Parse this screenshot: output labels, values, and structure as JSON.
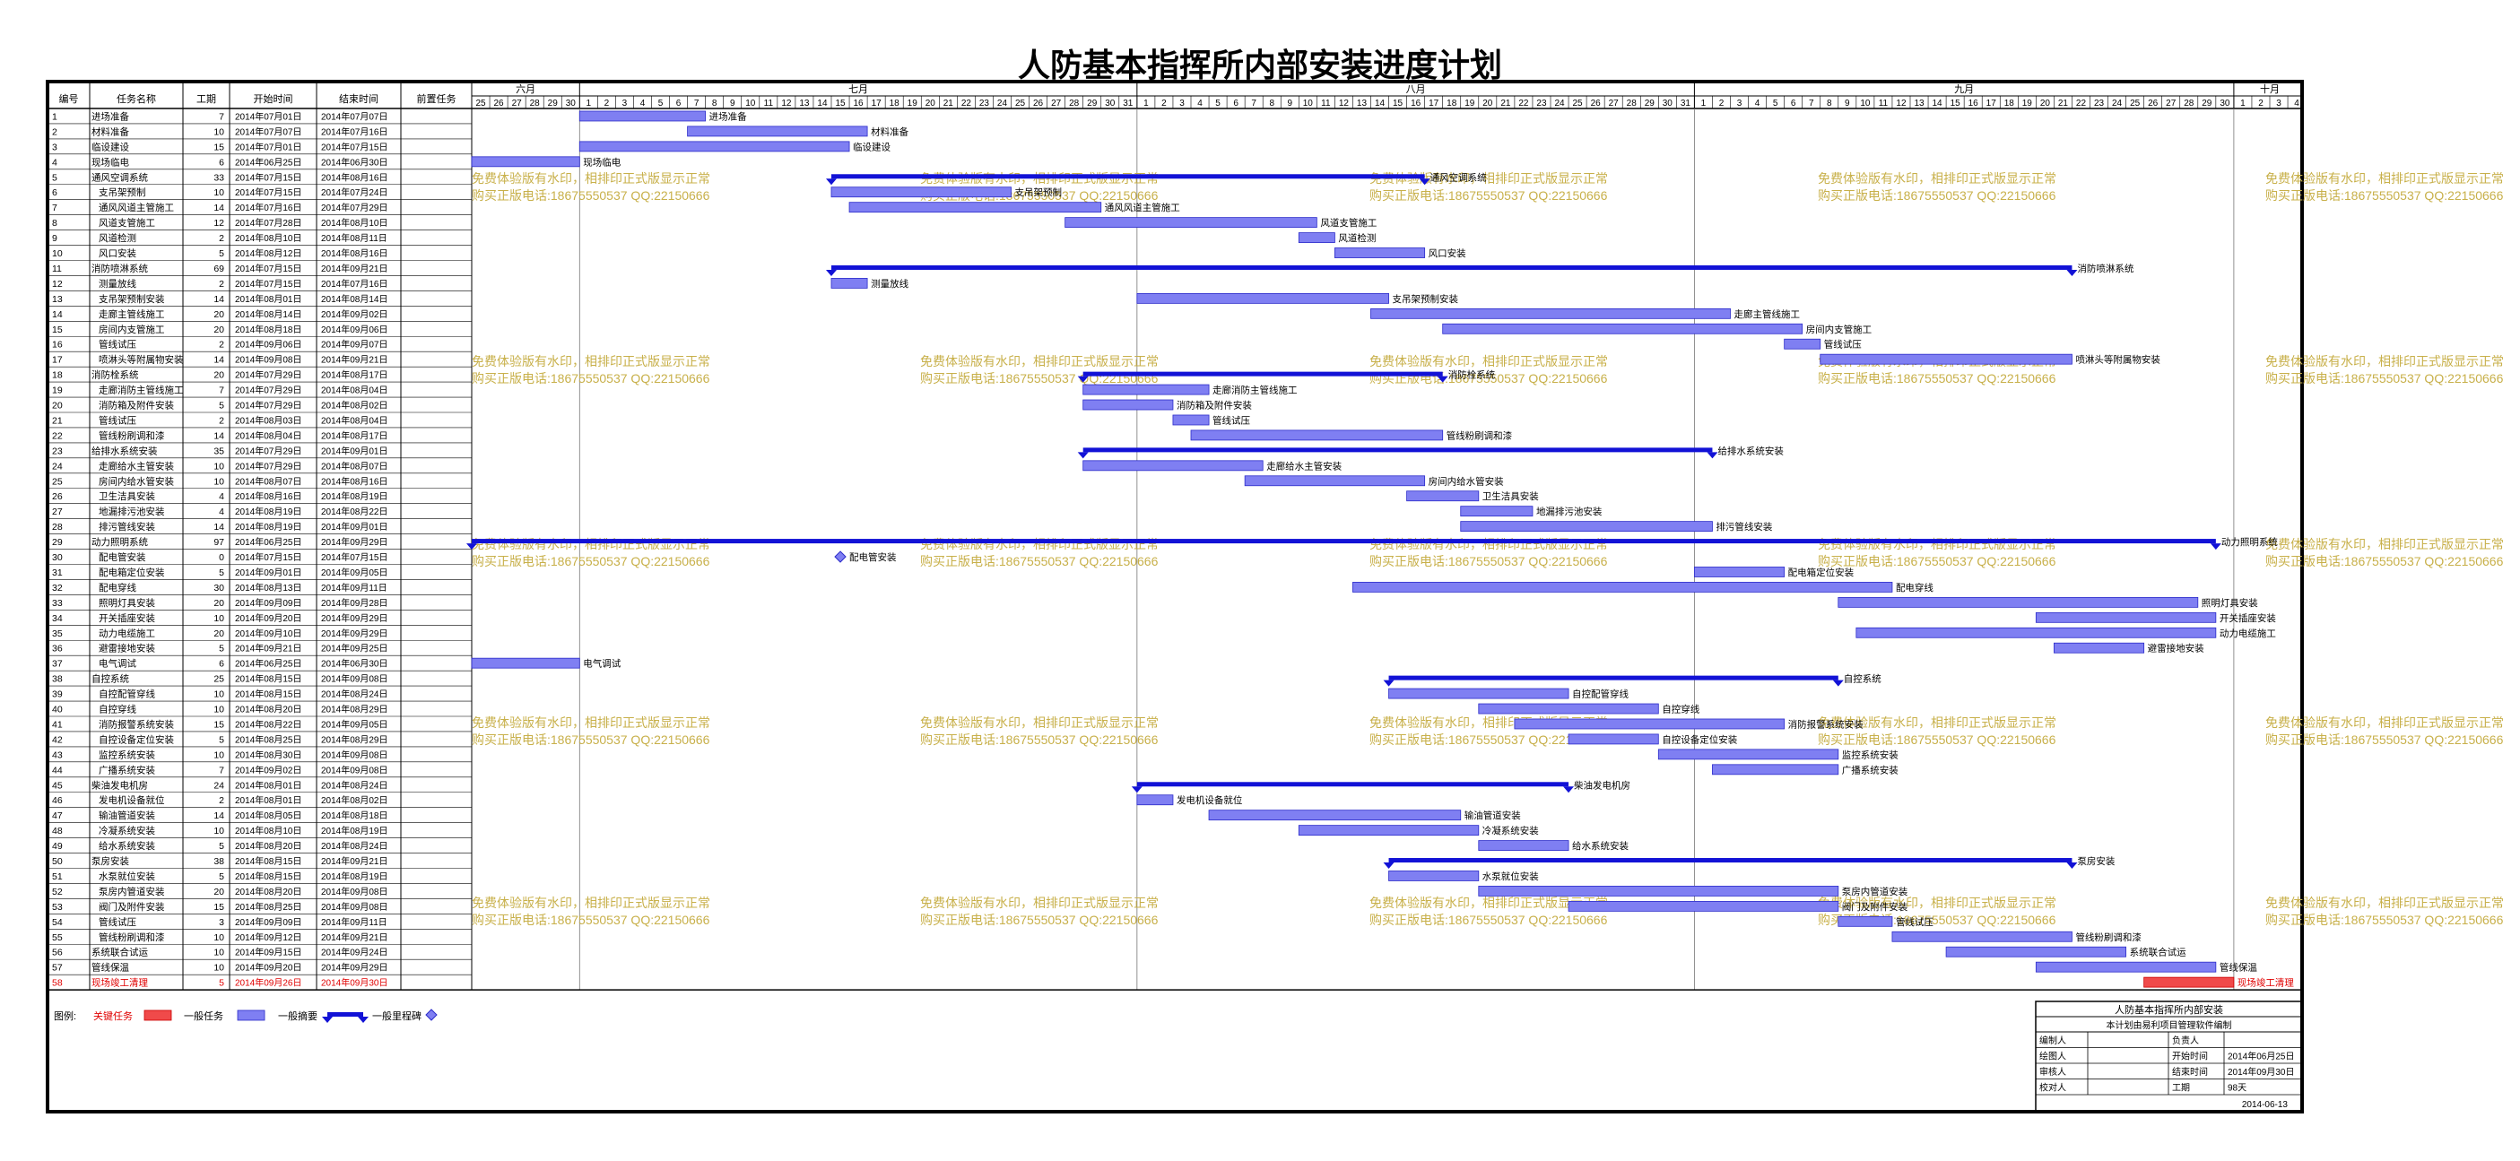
{
  "title": "人防基本指挥所内部安装进度计划",
  "colors": {
    "task_bar": "#7f7ff2",
    "task_border": "#2b2bc9",
    "summary": "#1212d6",
    "critical": "#f04a4a",
    "watermark": "#c8b04a",
    "text": "#000000",
    "critical_text": "#e00000"
  },
  "headers": {
    "no": "编号",
    "name": "任务名称",
    "dur": "工期",
    "start": "开始时间",
    "end": "结束时间",
    "pred": "前置任务"
  },
  "months": [
    "六月",
    "七月",
    "八月",
    "九月",
    "十月"
  ],
  "watermark": {
    "line1": "免费体验版有水印，相排印正式版显示正常",
    "line2": "购买正版电话:18675550537 QQ:22150666"
  },
  "legend": {
    "label": "图例:",
    "critical": "关键任务",
    "normal": "一般任务",
    "summary": "一般摘要",
    "milestone": "一般里程碑"
  },
  "signoff": {
    "title": "人防基本指挥所内部安装",
    "subtitle": "本计划由易利项目管理软件编制",
    "r1": [
      "编制人",
      "",
      "负责人",
      ""
    ],
    "r2": [
      "绘图人",
      "",
      "开始时间",
      "2014年06月25日"
    ],
    "r3": [
      "审核人",
      "",
      "结束时间",
      "2014年09月30日"
    ],
    "r4": [
      "校对人",
      "",
      "工期",
      "98天"
    ],
    "date": "2014-06-13"
  },
  "chart_data": {
    "type": "gantt",
    "title": "人防基本指挥所内部安装进度计划",
    "x_range": [
      "2014-06-25",
      "2014-10-04"
    ],
    "tasks": [
      {
        "id": 1,
        "name": "进场准备",
        "dur": 7,
        "start": "2014年07月01日",
        "end": "2014年07月07日",
        "kind": "task",
        "lvl": 0
      },
      {
        "id": 2,
        "name": "材料准备",
        "dur": 10,
        "start": "2014年07月07日",
        "end": "2014年07月16日",
        "kind": "task",
        "lvl": 0
      },
      {
        "id": 3,
        "name": "临设建设",
        "dur": 15,
        "start": "2014年07月01日",
        "end": "2014年07月15日",
        "kind": "task",
        "lvl": 0
      },
      {
        "id": 4,
        "name": "现场临电",
        "dur": 6,
        "start": "2014年06月25日",
        "end": "2014年06月30日",
        "kind": "task",
        "lvl": 0
      },
      {
        "id": 5,
        "name": "通风空调系统",
        "dur": 33,
        "start": "2014年07月15日",
        "end": "2014年08月16日",
        "kind": "summary",
        "lvl": 0
      },
      {
        "id": 6,
        "name": "支吊架预制",
        "dur": 10,
        "start": "2014年07月15日",
        "end": "2014年07月24日",
        "kind": "task",
        "lvl": 1
      },
      {
        "id": 7,
        "name": "通风风道主管施工",
        "dur": 14,
        "start": "2014年07月16日",
        "end": "2014年07月29日",
        "kind": "task",
        "lvl": 1
      },
      {
        "id": 8,
        "name": "风道支管施工",
        "dur": 12,
        "start": "2014年07月28日",
        "end": "2014年08月10日",
        "kind": "task",
        "lvl": 1
      },
      {
        "id": 9,
        "name": "风道检测",
        "dur": 2,
        "start": "2014年08月10日",
        "end": "2014年08月11日",
        "kind": "task",
        "lvl": 1
      },
      {
        "id": 10,
        "name": "风口安装",
        "dur": 5,
        "start": "2014年08月12日",
        "end": "2014年08月16日",
        "kind": "task",
        "lvl": 1
      },
      {
        "id": 11,
        "name": "消防喷淋系统",
        "dur": 69,
        "start": "2014年07月15日",
        "end": "2014年09月21日",
        "kind": "summary",
        "lvl": 0
      },
      {
        "id": 12,
        "name": "测量放线",
        "dur": 2,
        "start": "2014年07月15日",
        "end": "2014年07月16日",
        "kind": "task",
        "lvl": 1
      },
      {
        "id": 13,
        "name": "支吊架预制安装",
        "dur": 14,
        "start": "2014年08月01日",
        "end": "2014年08月14日",
        "kind": "task",
        "lvl": 1
      },
      {
        "id": 14,
        "name": "走廊主管线施工",
        "dur": 20,
        "start": "2014年08月14日",
        "end": "2014年09月02日",
        "kind": "task",
        "lvl": 1
      },
      {
        "id": 15,
        "name": "房间内支管施工",
        "dur": 20,
        "start": "2014年08月18日",
        "end": "2014年09月06日",
        "kind": "task",
        "lvl": 1
      },
      {
        "id": 16,
        "name": "管线试压",
        "dur": 2,
        "start": "2014年09月06日",
        "end": "2014年09月07日",
        "kind": "task",
        "lvl": 1
      },
      {
        "id": 17,
        "name": "喷淋头等附属物安装",
        "dur": 14,
        "start": "2014年09月08日",
        "end": "2014年09月21日",
        "kind": "task",
        "lvl": 1
      },
      {
        "id": 18,
        "name": "消防栓系统",
        "dur": 20,
        "start": "2014年07月29日",
        "end": "2014年08月17日",
        "kind": "summary",
        "lvl": 0
      },
      {
        "id": 19,
        "name": "走廊消防主管线施工",
        "dur": 7,
        "start": "2014年07月29日",
        "end": "2014年08月04日",
        "kind": "task",
        "lvl": 1
      },
      {
        "id": 20,
        "name": "消防箱及附件安装",
        "dur": 5,
        "start": "2014年07月29日",
        "end": "2014年08月02日",
        "kind": "task",
        "lvl": 1
      },
      {
        "id": 21,
        "name": "管线试压",
        "dur": 2,
        "start": "2014年08月03日",
        "end": "2014年08月04日",
        "kind": "task",
        "lvl": 1
      },
      {
        "id": 22,
        "name": "管线粉刷调和漆",
        "dur": 14,
        "start": "2014年08月04日",
        "end": "2014年08月17日",
        "kind": "task",
        "lvl": 1
      },
      {
        "id": 23,
        "name": "给排水系统安装",
        "dur": 35,
        "start": "2014年07月29日",
        "end": "2014年09月01日",
        "kind": "summary",
        "lvl": 0
      },
      {
        "id": 24,
        "name": "走廊给水主管安装",
        "dur": 10,
        "start": "2014年07月29日",
        "end": "2014年08月07日",
        "kind": "task",
        "lvl": 1
      },
      {
        "id": 25,
        "name": "房间内给水管安装",
        "dur": 10,
        "start": "2014年08月07日",
        "end": "2014年08月16日",
        "kind": "task",
        "lvl": 1
      },
      {
        "id": 26,
        "name": "卫生洁具安装",
        "dur": 4,
        "start": "2014年08月16日",
        "end": "2014年08月19日",
        "kind": "task",
        "lvl": 1
      },
      {
        "id": 27,
        "name": "地漏排污池安装",
        "dur": 4,
        "start": "2014年08月19日",
        "end": "2014年08月22日",
        "kind": "task",
        "lvl": 1
      },
      {
        "id": 28,
        "name": "排污管线安装",
        "dur": 14,
        "start": "2014年08月19日",
        "end": "2014年09月01日",
        "kind": "task",
        "lvl": 1
      },
      {
        "id": 29,
        "name": "动力照明系统",
        "dur": 97,
        "start": "2014年06月25日",
        "end": "2014年09月29日",
        "kind": "summary",
        "lvl": 0
      },
      {
        "id": 30,
        "name": "配电管安装",
        "dur": 0,
        "start": "2014年07月15日",
        "end": "2014年07月15日",
        "kind": "milestone",
        "lvl": 1
      },
      {
        "id": 31,
        "name": "配电箱定位安装",
        "dur": 5,
        "start": "2014年09月01日",
        "end": "2014年09月05日",
        "kind": "task",
        "lvl": 1
      },
      {
        "id": 32,
        "name": "配电穿线",
        "dur": 30,
        "start": "2014年08月13日",
        "end": "2014年09月11日",
        "kind": "task",
        "lvl": 1
      },
      {
        "id": 33,
        "name": "照明灯具安装",
        "dur": 20,
        "start": "2014年09月09日",
        "end": "2014年09月28日",
        "kind": "task",
        "lvl": 1
      },
      {
        "id": 34,
        "name": "开关插座安装",
        "dur": 10,
        "start": "2014年09月20日",
        "end": "2014年09月29日",
        "kind": "task",
        "lvl": 1
      },
      {
        "id": 35,
        "name": "动力电缆施工",
        "dur": 20,
        "start": "2014年09月10日",
        "end": "2014年09月29日",
        "kind": "task",
        "lvl": 1
      },
      {
        "id": 36,
        "name": "避雷接地安装",
        "dur": 5,
        "start": "2014年09月21日",
        "end": "2014年09月25日",
        "kind": "task",
        "lvl": 1
      },
      {
        "id": 37,
        "name": "电气调试",
        "dur": 6,
        "start": "2014年06月25日",
        "end": "2014年06月30日",
        "kind": "task",
        "lvl": 1
      },
      {
        "id": 38,
        "name": "自控系统",
        "dur": 25,
        "start": "2014年08月15日",
        "end": "2014年09月08日",
        "kind": "summary",
        "lvl": 0
      },
      {
        "id": 39,
        "name": "自控配管穿线",
        "dur": 10,
        "start": "2014年08月15日",
        "end": "2014年08月24日",
        "kind": "task",
        "lvl": 1
      },
      {
        "id": 40,
        "name": "自控穿线",
        "dur": 10,
        "start": "2014年08月20日",
        "end": "2014年08月29日",
        "kind": "task",
        "lvl": 1
      },
      {
        "id": 41,
        "name": "消防报警系统安装",
        "dur": 15,
        "start": "2014年08月22日",
        "end": "2014年09月05日",
        "kind": "task",
        "lvl": 1
      },
      {
        "id": 42,
        "name": "自控设备定位安装",
        "dur": 5,
        "start": "2014年08月25日",
        "end": "2014年08月29日",
        "kind": "task",
        "lvl": 1
      },
      {
        "id": 43,
        "name": "监控系统安装",
        "dur": 10,
        "start": "2014年08月30日",
        "end": "2014年09月08日",
        "kind": "task",
        "lvl": 1
      },
      {
        "id": 44,
        "name": "广播系统安装",
        "dur": 7,
        "start": "2014年09月02日",
        "end": "2014年09月08日",
        "kind": "task",
        "lvl": 1
      },
      {
        "id": 45,
        "name": "柴油发电机房",
        "dur": 24,
        "start": "2014年08月01日",
        "end": "2014年08月24日",
        "kind": "summary",
        "lvl": 0
      },
      {
        "id": 46,
        "name": "发电机设备就位",
        "dur": 2,
        "start": "2014年08月01日",
        "end": "2014年08月02日",
        "kind": "task",
        "lvl": 1
      },
      {
        "id": 47,
        "name": "输油管道安装",
        "dur": 14,
        "start": "2014年08月05日",
        "end": "2014年08月18日",
        "kind": "task",
        "lvl": 1
      },
      {
        "id": 48,
        "name": "冷凝系统安装",
        "dur": 10,
        "start": "2014年08月10日",
        "end": "2014年08月19日",
        "kind": "task",
        "lvl": 1
      },
      {
        "id": 49,
        "name": "给水系统安装",
        "dur": 5,
        "start": "2014年08月20日",
        "end": "2014年08月24日",
        "kind": "task",
        "lvl": 1
      },
      {
        "id": 50,
        "name": "泵房安装",
        "dur": 38,
        "start": "2014年08月15日",
        "end": "2014年09月21日",
        "kind": "summary",
        "lvl": 0
      },
      {
        "id": 51,
        "name": "水泵就位安装",
        "dur": 5,
        "start": "2014年08月15日",
        "end": "2014年08月19日",
        "kind": "task",
        "lvl": 1
      },
      {
        "id": 52,
        "name": "泵房内管道安装",
        "dur": 20,
        "start": "2014年08月20日",
        "end": "2014年09月08日",
        "kind": "task",
        "lvl": 1
      },
      {
        "id": 53,
        "name": "阀门及附件安装",
        "dur": 15,
        "start": "2014年08月25日",
        "end": "2014年09月08日",
        "kind": "task",
        "lvl": 1
      },
      {
        "id": 54,
        "name": "管线试压",
        "dur": 3,
        "start": "2014年09月09日",
        "end": "2014年09月11日",
        "kind": "task",
        "lvl": 1
      },
      {
        "id": 55,
        "name": "管线粉刷调和漆",
        "dur": 10,
        "start": "2014年09月12日",
        "end": "2014年09月21日",
        "kind": "task",
        "lvl": 1
      },
      {
        "id": 56,
        "name": "系统联合试运",
        "dur": 10,
        "start": "2014年09月15日",
        "end": "2014年09月24日",
        "kind": "task",
        "lvl": 0
      },
      {
        "id": 57,
        "name": "管线保温",
        "dur": 10,
        "start": "2014年09月20日",
        "end": "2014年09月29日",
        "kind": "task",
        "lvl": 0
      },
      {
        "id": 58,
        "name": "现场竣工清理",
        "dur": 5,
        "start": "2014年09月26日",
        "end": "2014年09月30日",
        "kind": "critical",
        "lvl": 0
      }
    ]
  }
}
